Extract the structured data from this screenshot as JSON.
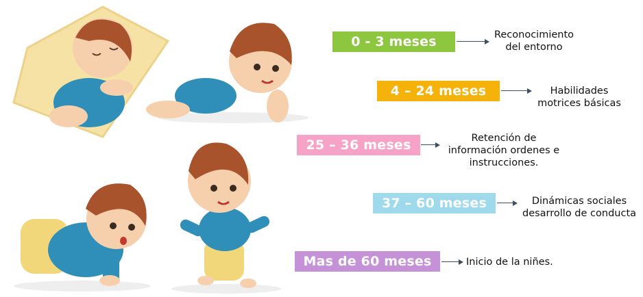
{
  "stages": [
    {
      "label": "0 - 3 meses",
      "color": "#8dc63f",
      "description_lines": [
        "Reconocimiento",
        "del entorno"
      ]
    },
    {
      "label": "4 – 24 meses",
      "color": "#f5b20a",
      "description_lines": [
        "Habilidades",
        "motrices básicas"
      ]
    },
    {
      "label": "25 – 36 meses",
      "color": "#f7a3c7",
      "description_lines": [
        "Retención de",
        "información ordenes e",
        "instrucciones."
      ]
    },
    {
      "label": "37 – 60 meses",
      "color": "#9fd9ec",
      "description_lines": [
        "Dinámicas sociales",
        "desarrollo de conducta"
      ]
    },
    {
      "label": "Mas de 60 meses",
      "color": "#c592d8",
      "description_lines": [
        "Inicio de la niñes."
      ]
    }
  ]
}
